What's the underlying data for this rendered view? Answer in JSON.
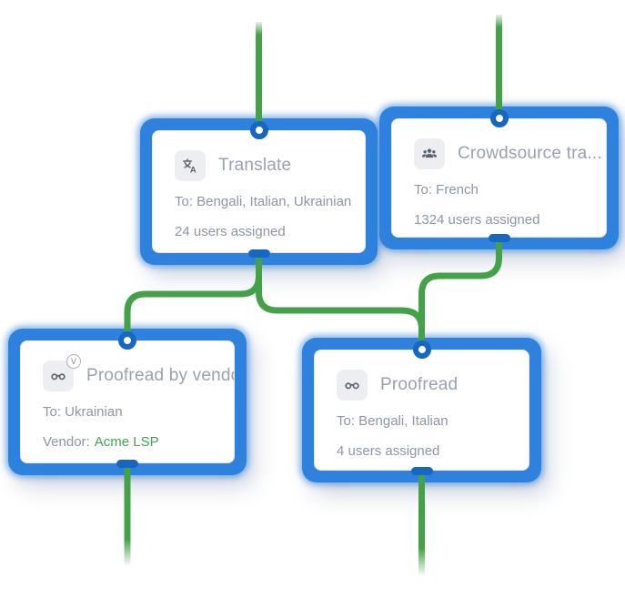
{
  "colors": {
    "canvas-bg": "#ffffff",
    "selection-blue": "#2e82dd",
    "port-blue": "#1766c2",
    "connector-green": "#43a247",
    "link-green": "#43a34e",
    "icon-bg": "#eceef1",
    "icon-glyph": "#5a626d",
    "title-gray": "#99a2ad",
    "text-gray": "#8d96a2"
  },
  "nodes": {
    "translate": {
      "title": "Translate",
      "detail1": "To: Bengali, Italian, Ukrainian",
      "detail2": "24 users assigned"
    },
    "crowdsource": {
      "title": "Crowdsource tra...",
      "detail1": "To: French",
      "detail2": "1324 users assigned"
    },
    "proofread_vendor": {
      "title": "Proofread by vendor",
      "detail1": "To: Ukrainian",
      "detail2_label": "Vendor:",
      "detail2_link": "Acme LSP",
      "badge": "V"
    },
    "proofread": {
      "title": "Proofread",
      "detail1": "To: Bengali, Italian",
      "detail2": "4 users assigned"
    }
  }
}
